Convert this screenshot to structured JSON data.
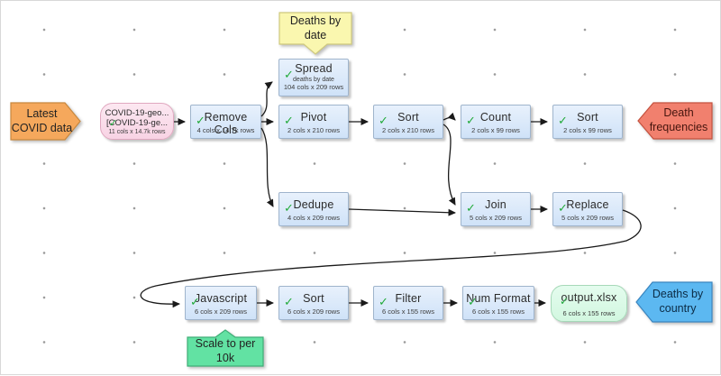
{
  "app": {
    "description": "Data transform flow canvas"
  },
  "icons": {
    "check": "✓"
  },
  "colors": {
    "node_fill": "#d9e8fa",
    "node_border": "#9fb4cc",
    "input_fill": "#f8d3e4",
    "input_border": "#e0a8c0",
    "output_fill": "#d2f7e0",
    "output_border": "#a6d8b8",
    "note_yellow": "#faf7af",
    "note_yellow_border": "#cfc97e",
    "note_green": "#62e2a3",
    "note_green_border": "#3fae77",
    "label_orange": "#f5a85c",
    "label_orange_border": "#c8883e",
    "label_red": "#f1806e",
    "label_red_border": "#c4523f",
    "label_blue": "#5cb8f1",
    "label_blue_border": "#3a85bf",
    "edge": "#1a1a1a",
    "check_green": "#1ea83b"
  },
  "labels": {
    "latest_covid": {
      "line1": "Latest",
      "line2": "COVID data"
    },
    "deaths_by_date": {
      "line1": "Deaths by",
      "line2": "date"
    },
    "death_frequencies": {
      "line1": "Death",
      "line2": "frequencies"
    },
    "deaths_by_country": {
      "line1": "Deaths by",
      "line2": "country"
    },
    "scale_note": {
      "line1": "Scale to per",
      "line2": "10k"
    }
  },
  "nodes": [
    {
      "id": "input-covid",
      "title1": "COVID-19-geo...",
      "title2": "[COVID-19-ge...",
      "sub": "11 cols x 14.7k rows"
    },
    {
      "id": "remove-cols",
      "title": "Remove Cols",
      "sub": "4 cols x 14.7k rows"
    },
    {
      "id": "spread",
      "title": "Spread",
      "sub1": "deaths by date",
      "sub2": "104 cols x 209 rows"
    },
    {
      "id": "pivot",
      "title": "Pivot",
      "sub": "2 cols x 210 rows"
    },
    {
      "id": "sort-1",
      "title": "Sort",
      "sub": "2 cols x 210 rows"
    },
    {
      "id": "count",
      "title": "Count",
      "sub": "2 cols x 99 rows"
    },
    {
      "id": "sort-2",
      "title": "Sort",
      "sub": "2 cols x 99 rows"
    },
    {
      "id": "dedupe",
      "title": "Dedupe",
      "sub": "4 cols x 209 rows"
    },
    {
      "id": "join",
      "title": "Join",
      "sub": "5 cols x 209 rows"
    },
    {
      "id": "replace",
      "title": "Replace",
      "sub": "5 cols x 209 rows"
    },
    {
      "id": "javascript",
      "title": "Javascript",
      "sub": "6 cols x 209 rows"
    },
    {
      "id": "sort-3",
      "title": "Sort",
      "sub": "6 cols x 209 rows"
    },
    {
      "id": "filter",
      "title": "Filter",
      "sub": "6 cols x 155 rows"
    },
    {
      "id": "num-format",
      "title": "Num Format",
      "sub": "6 cols x 155 rows"
    },
    {
      "id": "output-xlsx",
      "title": "output.xlsx",
      "sub": "6 cols x 155 rows"
    }
  ]
}
